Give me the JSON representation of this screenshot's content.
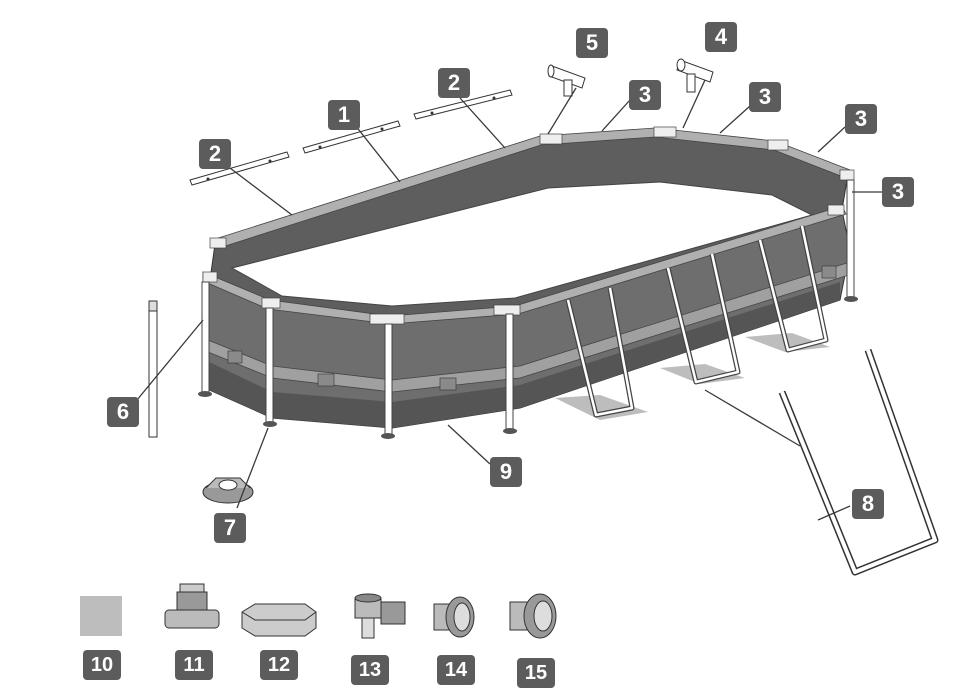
{
  "colors": {
    "wall": "#6e6e6e",
    "wall_dark": "#555555",
    "rail": "#a8a8a8",
    "joint": "#e8e8e8",
    "badge": "#5c5c5c",
    "ground_cloth": "#bdbdbd",
    "outline": "#333333"
  },
  "parts": [
    {
      "id": "1",
      "label": "1"
    },
    {
      "id": "2a",
      "label": "2"
    },
    {
      "id": "2b",
      "label": "2"
    },
    {
      "id": "3a",
      "label": "3"
    },
    {
      "id": "3b",
      "label": "3"
    },
    {
      "id": "3c",
      "label": "3"
    },
    {
      "id": "3d",
      "label": "3"
    },
    {
      "id": "4",
      "label": "4"
    },
    {
      "id": "5",
      "label": "5"
    },
    {
      "id": "6",
      "label": "6"
    },
    {
      "id": "7",
      "label": "7"
    },
    {
      "id": "8",
      "label": "8"
    },
    {
      "id": "9",
      "label": "9"
    },
    {
      "id": "10",
      "label": "10"
    },
    {
      "id": "11",
      "label": "11"
    },
    {
      "id": "12",
      "label": "12"
    },
    {
      "id": "13",
      "label": "13"
    },
    {
      "id": "14",
      "label": "14"
    },
    {
      "id": "15",
      "label": "15"
    }
  ]
}
